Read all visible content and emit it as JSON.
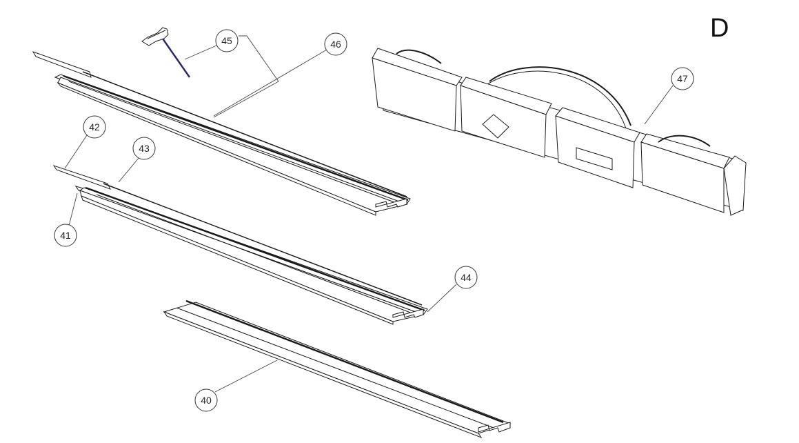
{
  "sheet": {
    "letter": "D"
  },
  "callouts": {
    "c40": "40",
    "c41": "41",
    "c42": "42",
    "c43": "43",
    "c44": "44",
    "c45": "45",
    "c46": "46",
    "c47": "47"
  },
  "colors": {
    "line": "#1a1a1a",
    "face": "#ffffff",
    "shade": "#e6e6e6",
    "dark": "#3a3a3a"
  }
}
